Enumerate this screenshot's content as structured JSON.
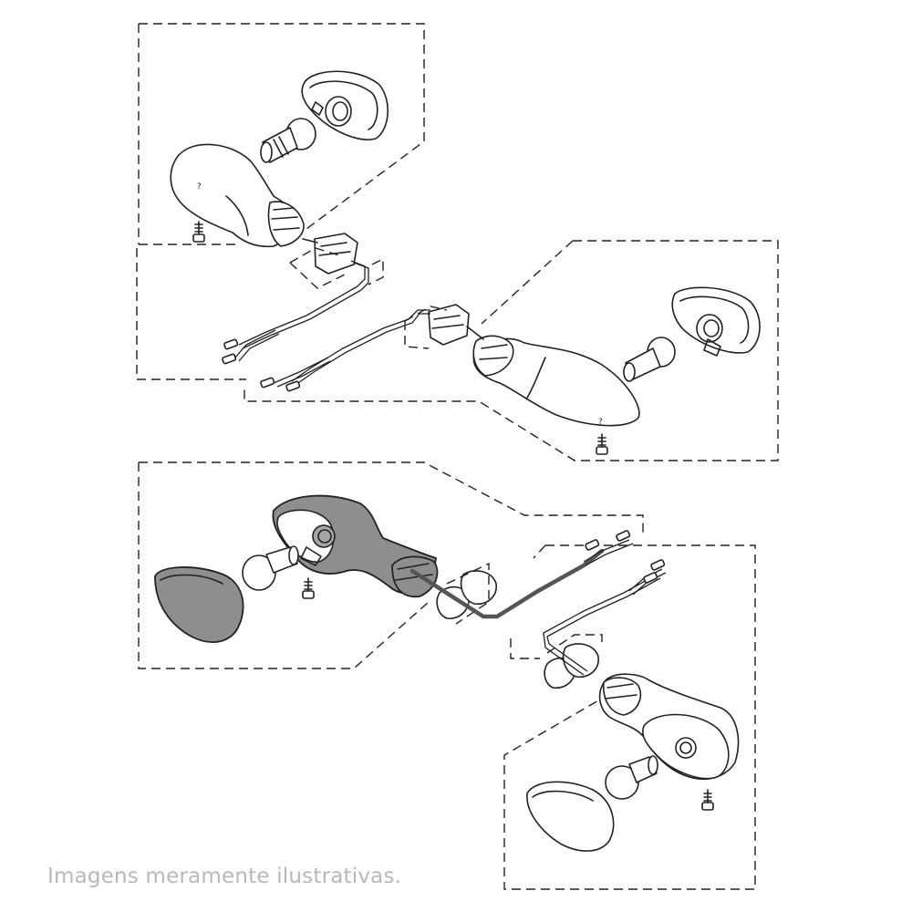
{
  "diagram": {
    "footer_note": "Imagens meramente ilustrativas.",
    "colors": {
      "line": "#222222",
      "shaded_part": "#8e8e8e",
      "footer_text": "#b8b8b8",
      "background": "#ffffff"
    },
    "groups": [
      {
        "id": "front-left-indicator",
        "parts": [
          "lens",
          "bulb",
          "body",
          "socket",
          "screw",
          "bracket",
          "wire-harness"
        ]
      },
      {
        "id": "front-right-indicator",
        "parts": [
          "lens",
          "bulb",
          "body",
          "socket",
          "screw",
          "bracket",
          "wire-harness"
        ]
      },
      {
        "id": "rear-left-indicator",
        "parts": [
          "lens",
          "bulb",
          "body",
          "socket",
          "screw",
          "bracket",
          "wire-harness"
        ]
      },
      {
        "id": "rear-right-indicator",
        "parts": [
          "lens",
          "bulb",
          "body",
          "socket",
          "screw",
          "bracket",
          "wire-harness"
        ]
      }
    ]
  }
}
